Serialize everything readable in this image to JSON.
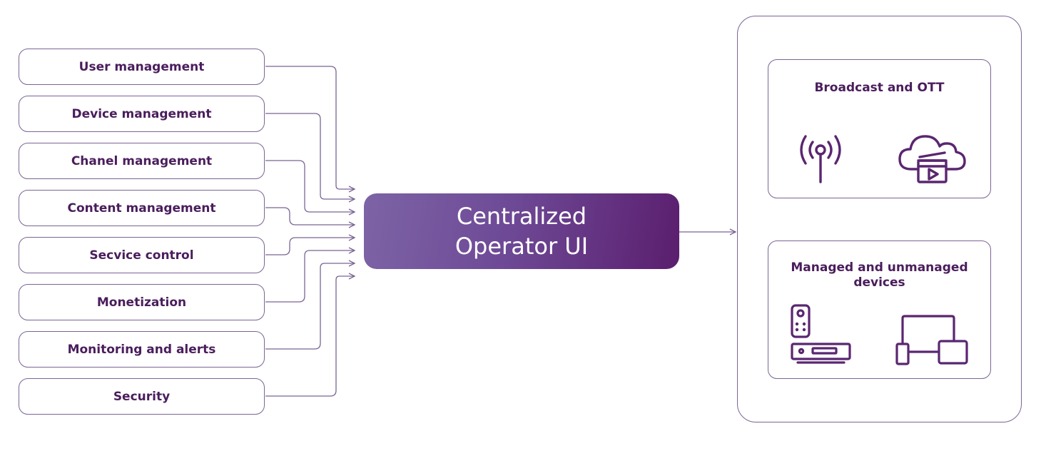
{
  "inputs": [
    {
      "label": "User management"
    },
    {
      "label": "Device management"
    },
    {
      "label": "Chanel management"
    },
    {
      "label": "Content management"
    },
    {
      "label": "Secvice control"
    },
    {
      "label": "Monetization"
    },
    {
      "label": "Monitoring and alerts"
    },
    {
      "label": "Security"
    }
  ],
  "center": {
    "line1": "Centralized",
    "line2": "Operator UI"
  },
  "outputs": {
    "broadcast": {
      "title": "Broadcast and OTT",
      "icons": [
        "antenna-icon",
        "cloud-video-icon"
      ]
    },
    "devices": {
      "title_line1": "Managed and unmanaged",
      "title_line2": "devices",
      "icons": [
        "set-top-box-remote-icon",
        "multi-screen-icon"
      ]
    }
  },
  "colors": {
    "border": "#7a6595",
    "text": "#4a1d5c",
    "icon": "#5a2670",
    "center_start": "#7d64a6",
    "center_end": "#5a1e6e"
  }
}
